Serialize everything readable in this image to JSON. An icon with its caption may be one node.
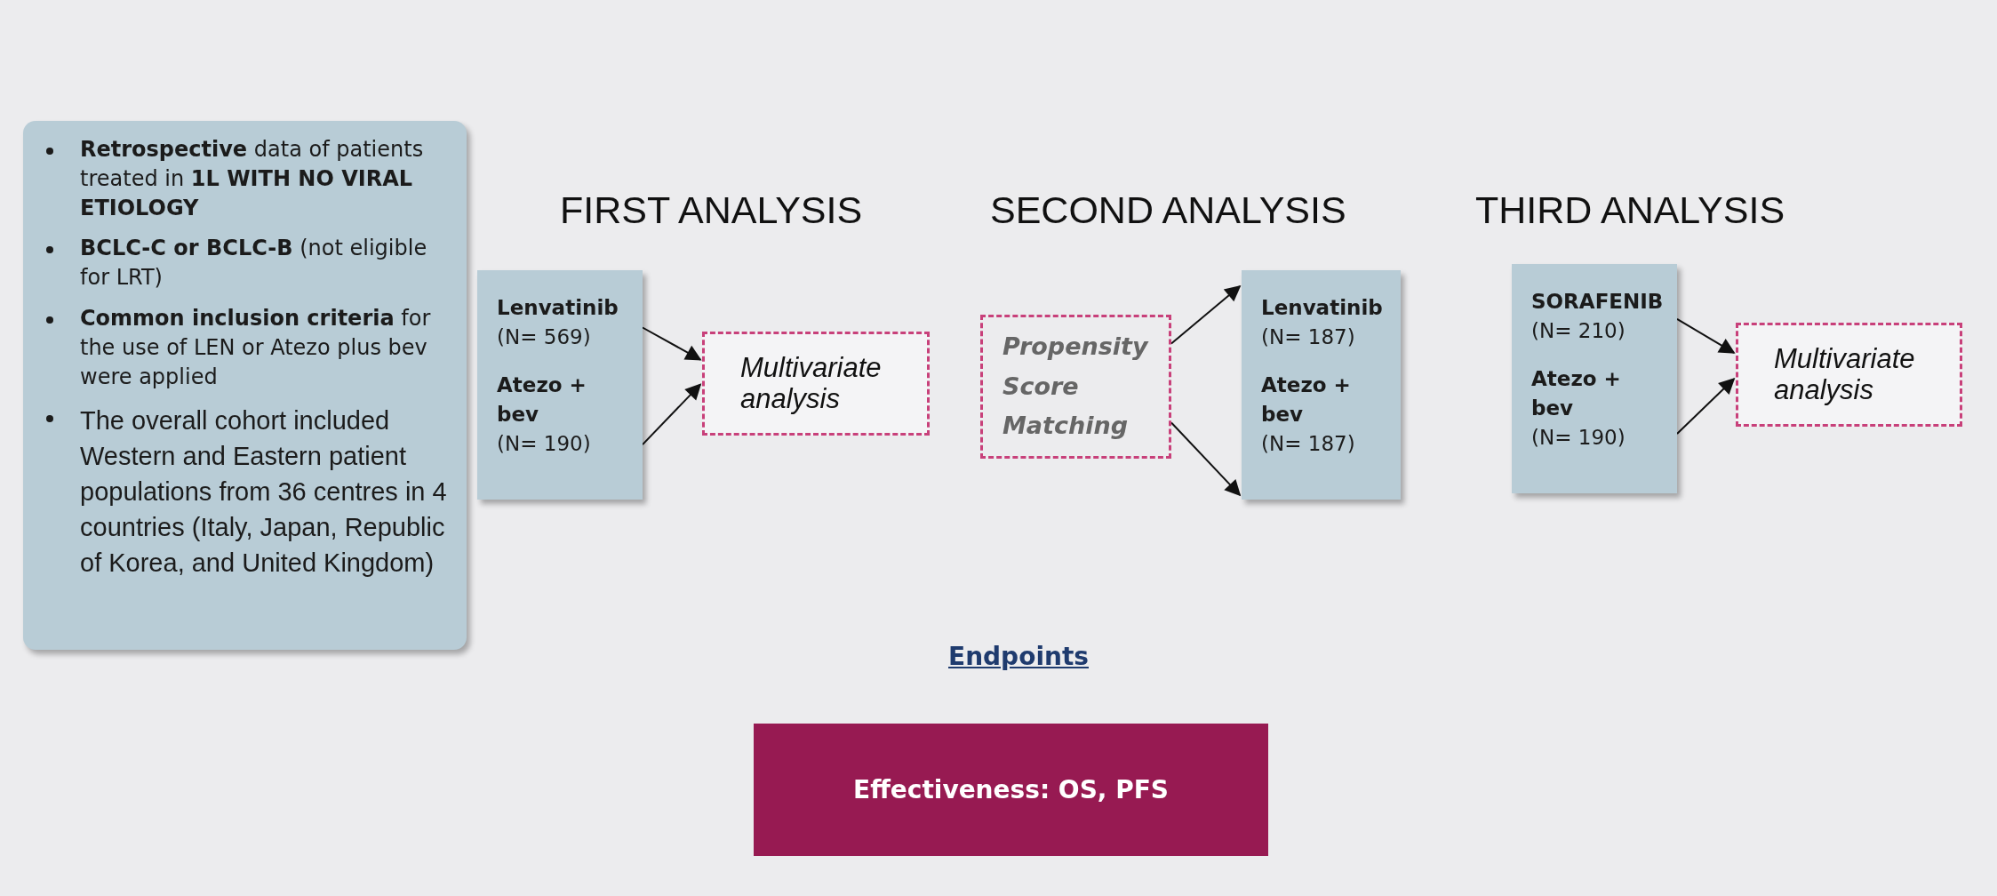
{
  "diagram": {
    "nodes": [
      {
        "text": [
          "**Retrospective** data of patients treated in **1L WITH NO VIRAL ETIOLOGY**",
          "**BCLC-C or BCLC-B** (not eligible for LRT)",
          "**Common inclusion criteria** for the use of LEN or Atezo plus bev were applied",
          "The overall cohort included Western and Eastern patient populations from 36 centres in 4 countries (Italy, Japan, Republic of Korea, and United Kingdom)"
        ]
      },
      {
        "text": [
          "Lenvatinib",
          "(N= 569)",
          "Atezo + bev",
          "(N= 190)"
        ]
      },
      {
        "text": [
          "Multivariate analysis"
        ]
      },
      {
        "text": [
          "Propensity Score Matching"
        ]
      },
      {
        "text": [
          "Lenvatinib",
          "(N= 187)",
          "Atezo + bev",
          "(N= 187)"
        ]
      },
      {
        "text": [
          "SORAFENIB",
          "(N= 210)",
          "Atezo + bev",
          "(N= 190)"
        ]
      },
      {
        "text": [
          "Multivariate analysis"
        ]
      },
      {
        "text": [
          "Effectiveness: OS, PFS"
        ]
      }
    ],
    "edges": [
      {
        "from": 1,
        "to": 2,
        "arrow": "to"
      },
      {
        "from": 1,
        "to": 2,
        "arrow": "to"
      },
      {
        "from": 3,
        "to": 4,
        "arrow": "to"
      },
      {
        "from": 3,
        "to": 4,
        "arrow": "to"
      },
      {
        "from": 5,
        "to": 6,
        "arrow": "to"
      },
      {
        "from": 5,
        "to": 6,
        "arrow": "to"
      }
    ],
    "labels": [
      "FIRST ANALYSIS",
      "SECOND ANALYSIS",
      "THIRD ANALYSIS",
      "Endpoints"
    ]
  }
}
